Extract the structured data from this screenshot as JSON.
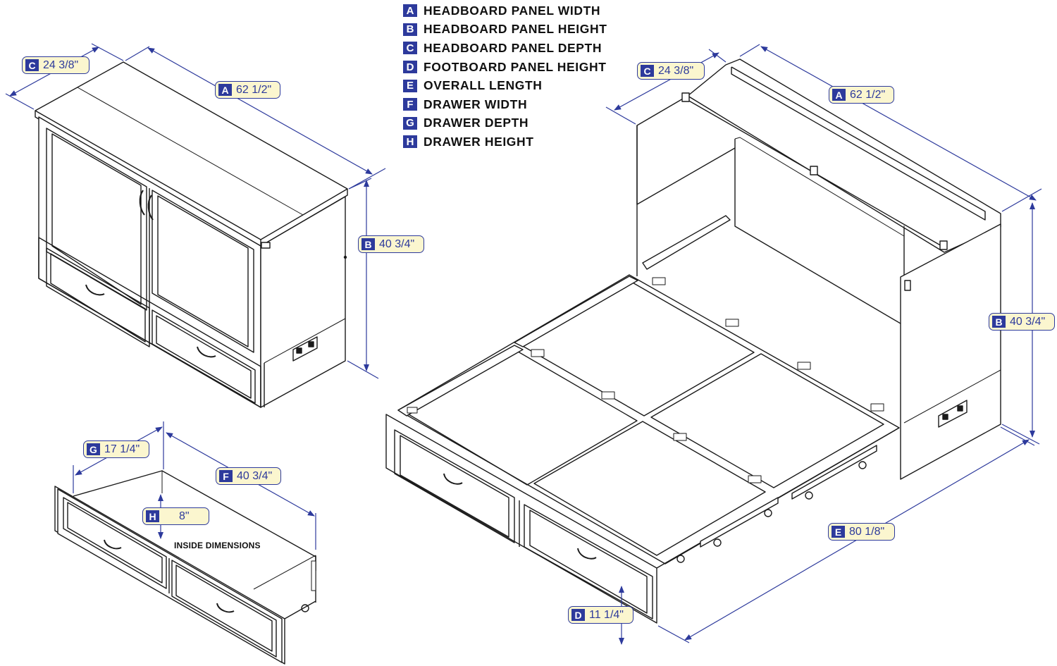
{
  "legend": [
    {
      "key": "A",
      "text": "HEADBOARD PANEL WIDTH"
    },
    {
      "key": "B",
      "text": "HEADBOARD PANEL HEIGHT"
    },
    {
      "key": "C",
      "text": "HEADBOARD PANEL DEPTH"
    },
    {
      "key": "D",
      "text": "FOOTBOARD PANEL HEIGHT"
    },
    {
      "key": "E",
      "text": "OVERALL LENGTH"
    },
    {
      "key": "F",
      "text": "DRAWER WIDTH"
    },
    {
      "key": "G",
      "text": "DRAWER DEPTH"
    },
    {
      "key": "H",
      "text": "DRAWER HEIGHT"
    }
  ],
  "closed_cabinet": {
    "depth": {
      "key": "C",
      "value": "24 3/8\""
    },
    "width": {
      "key": "A",
      "value": "62 1/2\""
    },
    "height": {
      "key": "B",
      "value": "40 3/4\""
    }
  },
  "open_bed": {
    "depth": {
      "key": "C",
      "value": "24 3/8\""
    },
    "width": {
      "key": "A",
      "value": "62 1/2\""
    },
    "height": {
      "key": "B",
      "value": "40 3/4\""
    },
    "length": {
      "key": "E",
      "value": "80 1/8\""
    },
    "footboard": {
      "key": "D",
      "value": "11 1/4\""
    }
  },
  "drawer": {
    "depth": {
      "key": "G",
      "value": "17 1/4\""
    },
    "width": {
      "key": "F",
      "value": "40 3/4\""
    },
    "height": {
      "key": "H",
      "value": "8\""
    },
    "note": "INSIDE DIMENSIONS"
  },
  "colors": {
    "dimension": "#2d3a9c",
    "label_fill": "#fbf6cf",
    "line": "#1a1a1a"
  }
}
